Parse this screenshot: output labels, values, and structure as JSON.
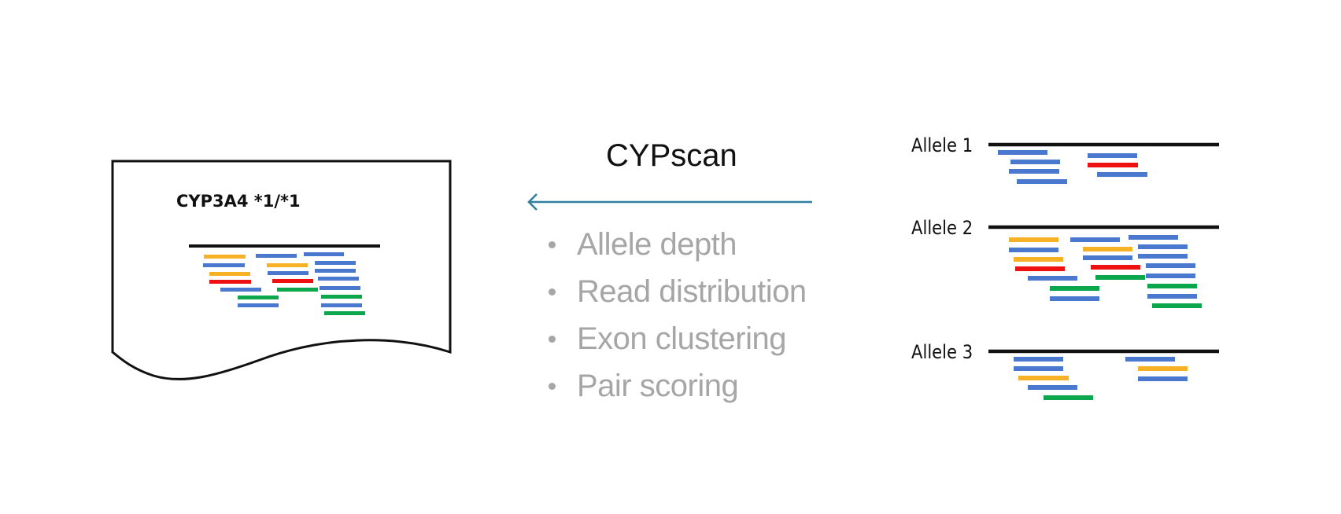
{
  "colors": {
    "blue": "#4a78cf",
    "orange": "#f6b127",
    "red": "#ee1111",
    "green": "#0ca64c",
    "arrow": "#2f7fa1",
    "feature_text": "#a6a6a6",
    "line": "#111111"
  },
  "report": {
    "genotype_label": "CYP3A4 *1/*1"
  },
  "tool": {
    "name": "CYPscan",
    "features": [
      "Allele depth",
      "Read distribution",
      "Exon clustering",
      "Pair scoring"
    ]
  },
  "alleles": [
    {
      "label": "Allele 1"
    },
    {
      "label": "Allele 2"
    },
    {
      "label": "Allele 3"
    }
  ]
}
